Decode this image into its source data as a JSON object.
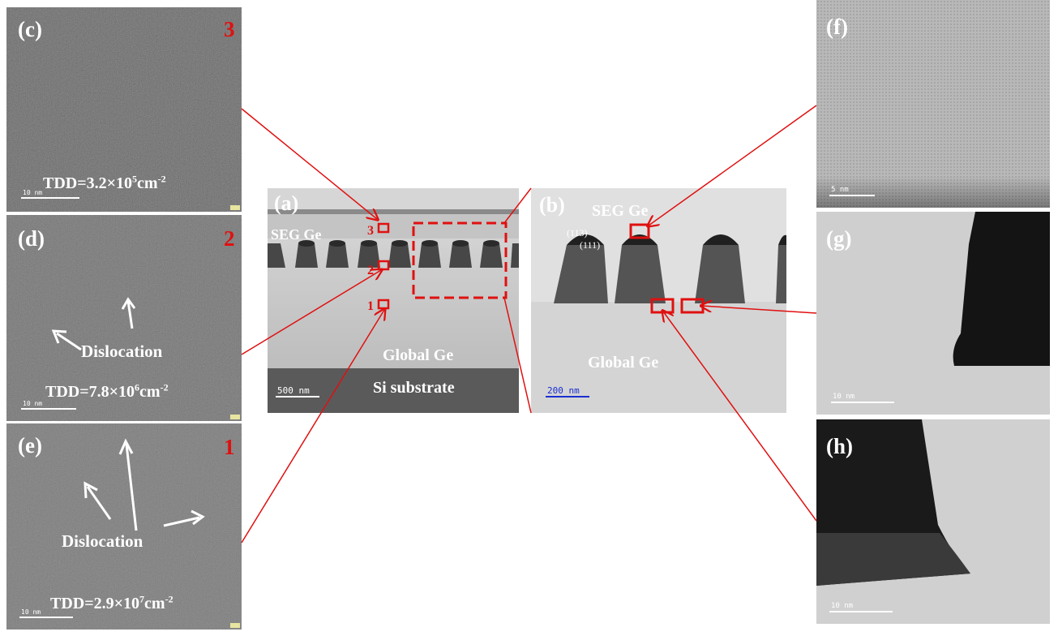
{
  "panels": {
    "c": {
      "label": "(c)",
      "number": "3",
      "tdd": "TDD=3.2×10",
      "tdd_exp": "5",
      "tdd_unit": "cm",
      "tdd_unit_exp": "-2",
      "scale": "10 nm"
    },
    "d": {
      "label": "(d)",
      "number": "2",
      "tdd": "TDD=7.8×10",
      "tdd_exp": "6",
      "tdd_unit": "cm",
      "tdd_unit_exp": "-2",
      "dislocation": "Dislocation",
      "scale": "10 nm"
    },
    "e": {
      "label": "(e)",
      "number": "1",
      "tdd": "TDD=2.9×10",
      "tdd_exp": "7",
      "tdd_unit": "cm",
      "tdd_unit_exp": "-2",
      "dislocation": "Dislocation",
      "scale": "10 nm"
    },
    "a": {
      "label": "(a)",
      "seg": "SEG Ge",
      "global": "Global Ge",
      "substrate": "Si substrate",
      "scale": "500 nm",
      "markers": [
        "3",
        "2",
        "1"
      ]
    },
    "b": {
      "label": "(b)",
      "seg": "SEG Ge",
      "global": "Global Ge",
      "facet1": "(113)",
      "facet2": "(111)",
      "scale": "200 nm"
    },
    "f": {
      "label": "(f)",
      "scale": "5 nm"
    },
    "g": {
      "label": "(g)",
      "scale": "10 nm"
    },
    "h": {
      "label": "(h)",
      "scale": "10 nm"
    }
  },
  "colors": {
    "accent": "#e01010",
    "scale_blue": "#1a2fd0"
  }
}
